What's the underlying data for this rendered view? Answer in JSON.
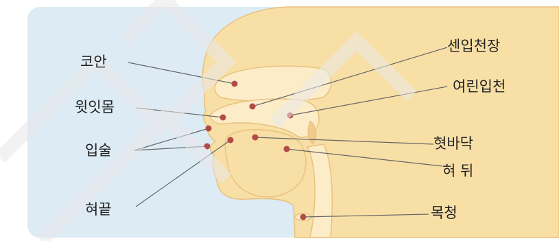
{
  "colors": {
    "background_panel": "#dcebf4",
    "head": "#f8dfa6",
    "head_outline": "#e8c27e",
    "inner_cavity": "#fcedc8",
    "point": "#b24a46",
    "leader_line": "#666666"
  },
  "labels": {
    "nasal_cavity": "코안",
    "upper_gum": "윗잇몸",
    "lips": "입술",
    "tongue_tip": "혀끝",
    "hard_palate": "센입천장",
    "soft_palate": "여린입천",
    "tongue_blade": "혓바닥",
    "tongue_back": "혀 뒤",
    "glottis": "목청"
  }
}
